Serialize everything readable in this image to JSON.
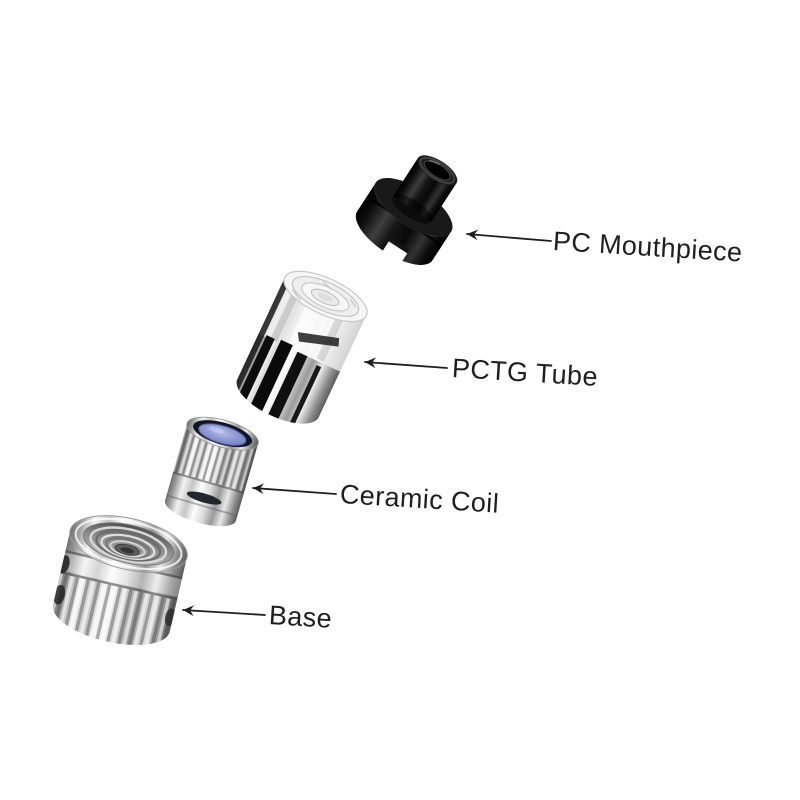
{
  "diagram": {
    "background": "#ffffff",
    "parts": [
      {
        "id": "pc-mouthpiece",
        "label": "PC Mouthpiece",
        "appearance": "glossy black drip tip",
        "material_color": "#0d0d0d"
      },
      {
        "id": "pctg-tube",
        "label": "PCTG Tube",
        "appearance": "clear tube over chrome tank with black window stripes",
        "material_color": "#ededed"
      },
      {
        "id": "ceramic-coil",
        "label": "Ceramic Coil",
        "appearance": "knurled chrome coil head with blue ceramic disc",
        "material_color": "#8c97d4"
      },
      {
        "id": "base",
        "label": "Base",
        "appearance": "knurled chrome threaded base cup",
        "material_color": "#c9c9c9"
      }
    ],
    "style": {
      "label_text_color": "#1f1f1f",
      "leader_line_color": "#1f1f1f",
      "chrome_highlight": "#fdfdfd",
      "chrome_shadow": "#5c5c5c",
      "ceramic_blue": "#8c97d4",
      "gloss_black": "#0d0d0d"
    }
  }
}
